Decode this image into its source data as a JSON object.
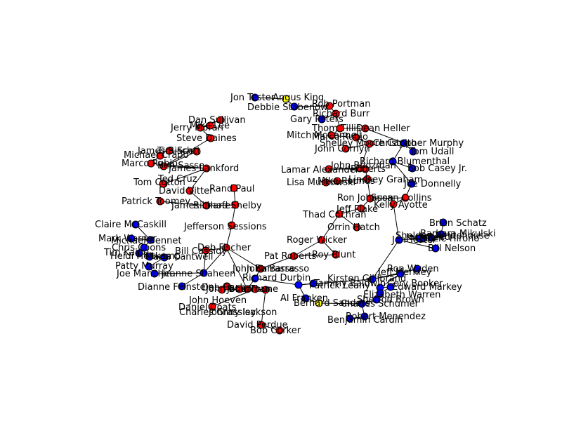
{
  "colors": {
    "R": "#ff0000",
    "D": "#0000ff",
    "I": "#ffff00"
  },
  "nodes": [
    {
      "id": "jt",
      "label": "Jon Tester",
      "party": "D"
    },
    {
      "id": "ak",
      "label": "Angus King",
      "party": "I"
    },
    {
      "id": "ss",
      "label": "Debbie Stabenow",
      "party": "D"
    },
    {
      "id": "rp",
      "label": "Rob Portman",
      "party": "R"
    },
    {
      "id": "rb",
      "label": "Richard Burr",
      "party": "R"
    },
    {
      "id": "gp",
      "label": "Gary Peters",
      "party": "D"
    },
    {
      "id": "tt",
      "label": "Thom Tillis",
      "party": "R"
    },
    {
      "id": "dh",
      "label": "Dean Heller",
      "party": "R"
    },
    {
      "id": "mc",
      "label": "Mitch McConnell",
      "party": "R"
    },
    {
      "id": "mr",
      "label": "Marco Rubio",
      "party": "R"
    },
    {
      "id": "sb",
      "label": "Shelley Moore Capito",
      "party": "R"
    },
    {
      "id": "jc",
      "label": "John Cornyn",
      "party": "R"
    },
    {
      "id": "cm",
      "label": "Christopher Murphy",
      "party": "D"
    },
    {
      "id": "tu",
      "label": "Tom Udall",
      "party": "D"
    },
    {
      "id": "rbl",
      "label": "Richard Blumenthal",
      "party": "D"
    },
    {
      "id": "bc",
      "label": "Bob Casey Jr.",
      "party": "D"
    },
    {
      "id": "jbo",
      "label": "John Boozman",
      "party": "R"
    },
    {
      "id": "la",
      "label": "Lamar Alexander",
      "party": "R"
    },
    {
      "id": "rob",
      "label": "Roberts",
      "party": "R"
    },
    {
      "id": "jd",
      "label": "Joe Donnelly",
      "party": "D"
    },
    {
      "id": "lm",
      "label": "Lisa Murkowski",
      "party": "R"
    },
    {
      "id": "mra",
      "label": "Mike Rounds",
      "party": "R"
    },
    {
      "id": "lg",
      "label": "Lindsey Graham",
      "party": "R"
    },
    {
      "id": "rj",
      "label": "Ron Johnson",
      "party": "R"
    },
    {
      "id": "scl",
      "label": "Susan Collins",
      "party": "R"
    },
    {
      "id": "ka",
      "label": "Kelly Ayotte",
      "party": "R"
    },
    {
      "id": "jf",
      "label": "Jeff Flake",
      "party": "R"
    },
    {
      "id": "tc",
      "label": "Thad Cochran",
      "party": "R"
    },
    {
      "id": "oh",
      "label": "Orrin Hatch",
      "party": "R"
    },
    {
      "id": "rw",
      "label": "Roger Wicker",
      "party": "R"
    },
    {
      "id": "pr",
      "label": "Pat Roberts",
      "party": "R"
    },
    {
      "id": "rbl2",
      "label": "Roy Blunt",
      "party": "R"
    },
    {
      "id": "ds",
      "label": "Dan Sullivan",
      "party": "R"
    },
    {
      "id": "jmo",
      "label": "Jerry Moran",
      "party": "R"
    },
    {
      "id": "mi",
      "label": "Mike Lee",
      "party": "R"
    },
    {
      "id": "sd",
      "label": "Steve Daines",
      "party": "R"
    },
    {
      "id": "jri",
      "label": "James Risch",
      "party": "R"
    },
    {
      "id": "tsc",
      "label": "Tim Scott",
      "party": "R"
    },
    {
      "id": "mcr",
      "label": "Michael Crapo",
      "party": "R"
    },
    {
      "id": "mrb",
      "label": "Marco Rubio",
      "party": "R"
    },
    {
      "id": "bs",
      "label": "Ben Sasse",
      "party": "R"
    },
    {
      "id": "jl",
      "label": "James Lankford",
      "party": "R"
    },
    {
      "id": "tcr",
      "label": "Ted Cruz",
      "party": "R"
    },
    {
      "id": "tco",
      "label": "Tom Cotton",
      "party": "R"
    },
    {
      "id": "dv",
      "label": "David Vitter",
      "party": "R"
    },
    {
      "id": "rpa",
      "label": "Rand Paul",
      "party": "R"
    },
    {
      "id": "jbz",
      "label": "John Barrasso",
      "party": "R"
    },
    {
      "id": "ptm",
      "label": "Patrick Toomey",
      "party": "R"
    },
    {
      "id": "ji",
      "label": "James Inhofe",
      "party": "R"
    },
    {
      "id": "rsh",
      "label": "Richard Shelby",
      "party": "R"
    },
    {
      "id": "jsn",
      "label": "Jefferson Sessions",
      "party": "R"
    },
    {
      "id": "df",
      "label": "Deb Fischer",
      "party": "R"
    },
    {
      "id": "bca",
      "label": "Bill Cassidy",
      "party": "R"
    },
    {
      "id": "cmc",
      "label": "Claire McCaskill",
      "party": "D"
    },
    {
      "id": "mw",
      "label": "Mark Warner",
      "party": "D"
    },
    {
      "id": "mbe",
      "label": "Michael Bennet",
      "party": "D"
    },
    {
      "id": "cco",
      "label": "Chris Coons",
      "party": "D"
    },
    {
      "id": "tka",
      "label": "Tim Kaine",
      "party": "D"
    },
    {
      "id": "hh",
      "label": "Heidi Heitkamp",
      "party": "D"
    },
    {
      "id": "mcw",
      "label": "Maria Cantwell",
      "party": "D"
    },
    {
      "id": "pm",
      "label": "Patty Murray",
      "party": "D"
    },
    {
      "id": "jma",
      "label": "Joe Manchin",
      "party": "D"
    },
    {
      "id": "jsh",
      "label": "Jeanne Shaheen",
      "party": "D"
    },
    {
      "id": "dfe",
      "label": "Dianne Feinstein",
      "party": "D"
    },
    {
      "id": "jba",
      "label": "John Barrasso",
      "party": "R"
    },
    {
      "id": "rdu",
      "label": "Richard Durbin",
      "party": "D"
    },
    {
      "id": "jho",
      "label": "John Hoeven",
      "party": "R"
    },
    {
      "id": "bfi",
      "label": "Deb Fischer",
      "party": "R"
    },
    {
      "id": "jbn",
      "label": "John Boozman",
      "party": "R"
    },
    {
      "id": "cgr",
      "label": "Charles Grassley",
      "party": "R"
    },
    {
      "id": "jis",
      "label": "Johnny Isakson",
      "party": "R"
    },
    {
      "id": "dco",
      "label": "Daniel Coats",
      "party": "R"
    },
    {
      "id": "jth",
      "label": "John Thune",
      "party": "R"
    },
    {
      "id": "dpe",
      "label": "David Perdue",
      "party": "R"
    },
    {
      "id": "bco",
      "label": "Bob Corker",
      "party": "R"
    },
    {
      "id": "pl",
      "label": "Patrick Leahy",
      "party": "D"
    },
    {
      "id": "tba",
      "label": "Tammy Baldwin",
      "party": "D"
    },
    {
      "id": "afr",
      "label": "Al Franken",
      "party": "D"
    },
    {
      "id": "bsa",
      "label": "Bernard Sanders",
      "party": "I"
    },
    {
      "id": "csc",
      "label": "Charles Schumer",
      "party": "D"
    },
    {
      "id": "rme",
      "label": "Robert Menendez",
      "party": "D"
    },
    {
      "id": "bcr",
      "label": "Benjamin Cardin",
      "party": "D"
    },
    {
      "id": "kgi",
      "label": "Kirsten Gillibrand",
      "party": "D"
    },
    {
      "id": "jme",
      "label": "Jeff Merkley",
      "party": "D"
    },
    {
      "id": "cbo",
      "label": "Cory Booker",
      "party": "D"
    },
    {
      "id": "ema",
      "label": "Edward Markey",
      "party": "D"
    },
    {
      "id": "ewa",
      "label": "Elizabeth Warren",
      "party": "D"
    },
    {
      "id": "sbr",
      "label": "Sherrod Brown",
      "party": "D"
    },
    {
      "id": "rwy",
      "label": "Ron Wyden",
      "party": "D"
    },
    {
      "id": "bsc",
      "label": "Brian Schatz",
      "party": "D"
    },
    {
      "id": "bmi",
      "label": "Barbara Mikulski",
      "party": "D"
    },
    {
      "id": "jre",
      "label": "Jack Reed",
      "party": "D"
    },
    {
      "id": "swh",
      "label": "Sheldon Whitehouse",
      "party": "D"
    },
    {
      "id": "jte",
      "label": "Jon Tester",
      "party": "D"
    },
    {
      "id": "bne",
      "label": "Bill Nelson",
      "party": "D"
    },
    {
      "id": "mhi",
      "label": "Mazie Hirono",
      "party": "D"
    }
  ],
  "edges": [
    [
      "jt",
      "ak"
    ],
    [
      "ak",
      "ss"
    ],
    [
      "ss",
      "rp"
    ],
    [
      "rp",
      "rb"
    ],
    [
      "rb",
      "gp"
    ],
    [
      "rb",
      "tt"
    ],
    [
      "tt",
      "dh"
    ],
    [
      "tt",
      "mc"
    ],
    [
      "mc",
      "mr"
    ],
    [
      "mr",
      "sb"
    ],
    [
      "sb",
      "jc"
    ],
    [
      "dh",
      "cm"
    ],
    [
      "cm",
      "tu"
    ],
    [
      "cm",
      "rbl"
    ],
    [
      "rbl",
      "bc"
    ],
    [
      "rbl",
      "jd"
    ],
    [
      "jd",
      "scl"
    ],
    [
      "sb",
      "jbo"
    ],
    [
      "jbo",
      "la"
    ],
    [
      "la",
      "rob"
    ],
    [
      "rob",
      "lg"
    ],
    [
      "lm",
      "mra"
    ],
    [
      "mra",
      "lg"
    ],
    [
      "lg",
      "rj"
    ],
    [
      "rj",
      "scl"
    ],
    [
      "scl",
      "ka"
    ],
    [
      "rj",
      "jf"
    ],
    [
      "jf",
      "tc"
    ],
    [
      "tc",
      "oh"
    ],
    [
      "tc",
      "rw"
    ],
    [
      "rw",
      "pr"
    ],
    [
      "rw",
      "rbl2"
    ],
    [
      "ka",
      "swh"
    ],
    [
      "ds",
      "jmo"
    ],
    [
      "jmo",
      "sd"
    ],
    [
      "mi",
      "jmo"
    ],
    [
      "sd",
      "bs"
    ],
    [
      "jri",
      "tsc"
    ],
    [
      "tsc",
      "bs"
    ],
    [
      "mcr",
      "mrb"
    ],
    [
      "mrb",
      "jl"
    ],
    [
      "bs",
      "jl"
    ],
    [
      "jl",
      "tcr"
    ],
    [
      "tcr",
      "tco"
    ],
    [
      "jl",
      "dv"
    ],
    [
      "dv",
      "ji"
    ],
    [
      "ptm",
      "ji"
    ],
    [
      "rpa",
      "rsh"
    ],
    [
      "ji",
      "rsh"
    ],
    [
      "rsh",
      "jsn"
    ],
    [
      "jsn",
      "df"
    ],
    [
      "df",
      "bca"
    ],
    [
      "df",
      "jsh"
    ],
    [
      "df",
      "jbz"
    ],
    [
      "df",
      "jth"
    ],
    [
      "jbz",
      "pr"
    ],
    [
      "cmc",
      "mbe"
    ],
    [
      "mw",
      "mbe"
    ],
    [
      "mbe",
      "cco"
    ],
    [
      "cco",
      "tka"
    ],
    [
      "tka",
      "mcw"
    ],
    [
      "hh",
      "mcw"
    ],
    [
      "mcw",
      "pm"
    ],
    [
      "pm",
      "jma"
    ],
    [
      "jma",
      "jsh"
    ],
    [
      "bca",
      "jsh"
    ],
    [
      "jsh",
      "dfe"
    ],
    [
      "jbz",
      "rdu"
    ],
    [
      "rdu",
      "jth"
    ],
    [
      "jth",
      "jho"
    ],
    [
      "jth",
      "cgr"
    ],
    [
      "jth",
      "jbn"
    ],
    [
      "cgr",
      "dco"
    ],
    [
      "cgr",
      "jis"
    ],
    [
      "jis",
      "dpe"
    ],
    [
      "dpe",
      "bco"
    ],
    [
      "rdu",
      "tba"
    ],
    [
      "tba",
      "pl"
    ],
    [
      "tba",
      "afr"
    ],
    [
      "afr",
      "bsa"
    ],
    [
      "bsa",
      "csc"
    ],
    [
      "csc",
      "rme"
    ],
    [
      "rme",
      "bcr"
    ],
    [
      "tba",
      "kgi"
    ],
    [
      "kgi",
      "jme"
    ],
    [
      "jme",
      "cbo"
    ],
    [
      "cbo",
      "ema"
    ],
    [
      "ema",
      "ewa"
    ],
    [
      "ewa",
      "sbr"
    ],
    [
      "sbr",
      "csc"
    ],
    [
      "kgi",
      "rwy"
    ],
    [
      "swh",
      "jre"
    ],
    [
      "jre",
      "bmi"
    ],
    [
      "bmi",
      "bsc"
    ],
    [
      "swh",
      "bne"
    ],
    [
      "jre",
      "mhi"
    ],
    [
      "swh",
      "kgi"
    ],
    [
      "rbl2",
      "pr"
    ]
  ]
}
